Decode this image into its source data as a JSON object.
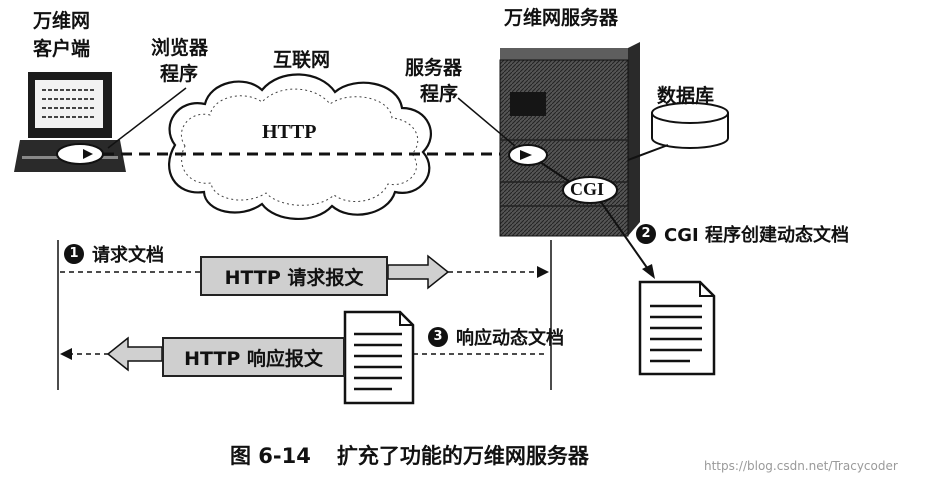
{
  "client": {
    "title_line1": "万维网",
    "title_line2": "客户端",
    "browser_line1": "浏览器",
    "browser_line2": "程序"
  },
  "internet": {
    "label": "互联网",
    "protocol": "HTTP"
  },
  "server": {
    "title": "万维网服务器",
    "program_line1": "服务器",
    "program_line2": "程序",
    "cgi": "CGI",
    "database": "数据库"
  },
  "steps": {
    "step1": {
      "number": "1",
      "label": "请求文档"
    },
    "step2": {
      "number": "2",
      "label": "CGI 程序创建动态文档"
    },
    "step3": {
      "number": "3",
      "label": "响应动态文档"
    }
  },
  "messages": {
    "request": "HTTP 请求报文",
    "response": "HTTP 响应报文"
  },
  "caption": {
    "figure_number": "图 6-14",
    "title": "扩充了功能的万维网服务器"
  },
  "watermark": "https://blog.csdn.net/Tracycoder"
}
